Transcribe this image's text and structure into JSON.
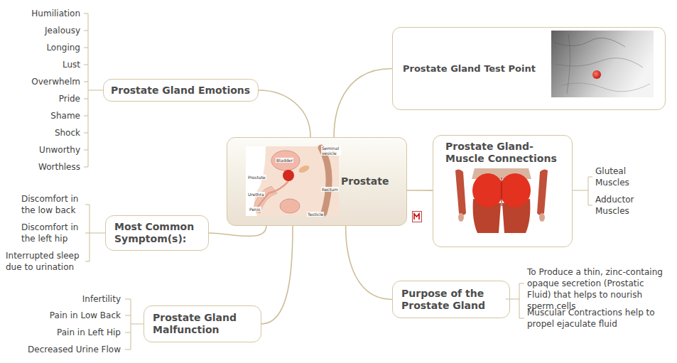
{
  "diagram": {
    "nodes": [
      {
        "text": [
          "Prostate"
        ]
      },
      {
        "text": [
          "Prostate Gland Emotions"
        ]
      },
      {
        "text": [
          "Prostate Gland Test Point"
        ]
      },
      {
        "text": [
          "Prostate Gland- Muscle Connections"
        ]
      },
      {
        "text": [
          "Most Common Symptom(s):"
        ]
      },
      {
        "text": [
          "Purpose of the Prostate Gland"
        ]
      },
      {
        "text": [
          "Prostate Gland Malfunction"
        ]
      }
    ],
    "edges": [
      {
        "from": 0,
        "to": 1,
        "arrow": "none"
      },
      {
        "from": 0,
        "to": 2,
        "arrow": "none"
      },
      {
        "from": 0,
        "to": 3,
        "arrow": "none"
      },
      {
        "from": 0,
        "to": 4,
        "arrow": "none"
      },
      {
        "from": 0,
        "to": 5,
        "arrow": "none"
      },
      {
        "from": 0,
        "to": 6,
        "arrow": "none"
      }
    ],
    "labels": [
      "Humiliation",
      "Jealousy",
      "Longing",
      "Lust",
      "Overwhelm",
      "Pride",
      "Shame",
      "Shock",
      "Unworthy",
      "Worthless",
      "Seminal vesicle",
      "Bladder",
      "Prostate",
      "Rectum",
      "Urethra",
      "Penis",
      "Testicle",
      "Discomfort in the low back",
      "Discomfort in the left hip",
      "Interrupted sleep due to urination",
      "Gluteal Muscles",
      "Adductor Muscles",
      "To Produce a thin, zinc-containg opaque secretion (Prostatic Fluid) that helps to nourish sperm cells",
      "Muscular Contractions help to propel ejaculate fluid",
      "Infertility",
      "Pain in Low Back",
      "Pain in Left Hip",
      "Decreased Urine Flow"
    ]
  }
}
